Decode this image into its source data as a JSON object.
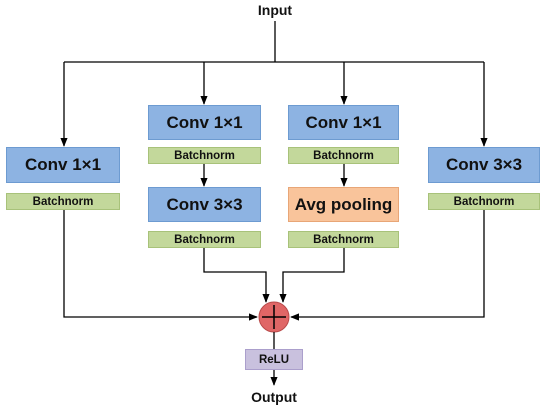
{
  "diagram": {
    "input_label": "Input",
    "output_label": "Output",
    "relu_label": "ReLU",
    "sum_symbol": "+",
    "branches": [
      {
        "nodes": [
          {
            "label": "Conv 1×1",
            "kind": "conv"
          },
          {
            "label": "Batchnorm",
            "kind": "norm"
          }
        ]
      },
      {
        "nodes": [
          {
            "label": "Conv 1×1",
            "kind": "conv"
          },
          {
            "label": "Batchnorm",
            "kind": "norm"
          },
          {
            "label": "Conv 3×3",
            "kind": "conv"
          },
          {
            "label": "Batchnorm",
            "kind": "norm"
          }
        ]
      },
      {
        "nodes": [
          {
            "label": "Conv 1×1",
            "kind": "conv"
          },
          {
            "label": "Batchnorm",
            "kind": "norm"
          },
          {
            "label": "Avg pooling",
            "kind": "pool"
          },
          {
            "label": "Batchnorm",
            "kind": "norm"
          }
        ]
      },
      {
        "nodes": [
          {
            "label": "Conv 3×3",
            "kind": "conv"
          },
          {
            "label": "Batchnorm",
            "kind": "norm"
          }
        ]
      }
    ],
    "colors": {
      "conv": "#8db3e2",
      "pool": "#f9c49b",
      "norm": "#c3d89b",
      "relu": "#c9c1de",
      "sum": "#e06666",
      "line": "#000000"
    }
  }
}
